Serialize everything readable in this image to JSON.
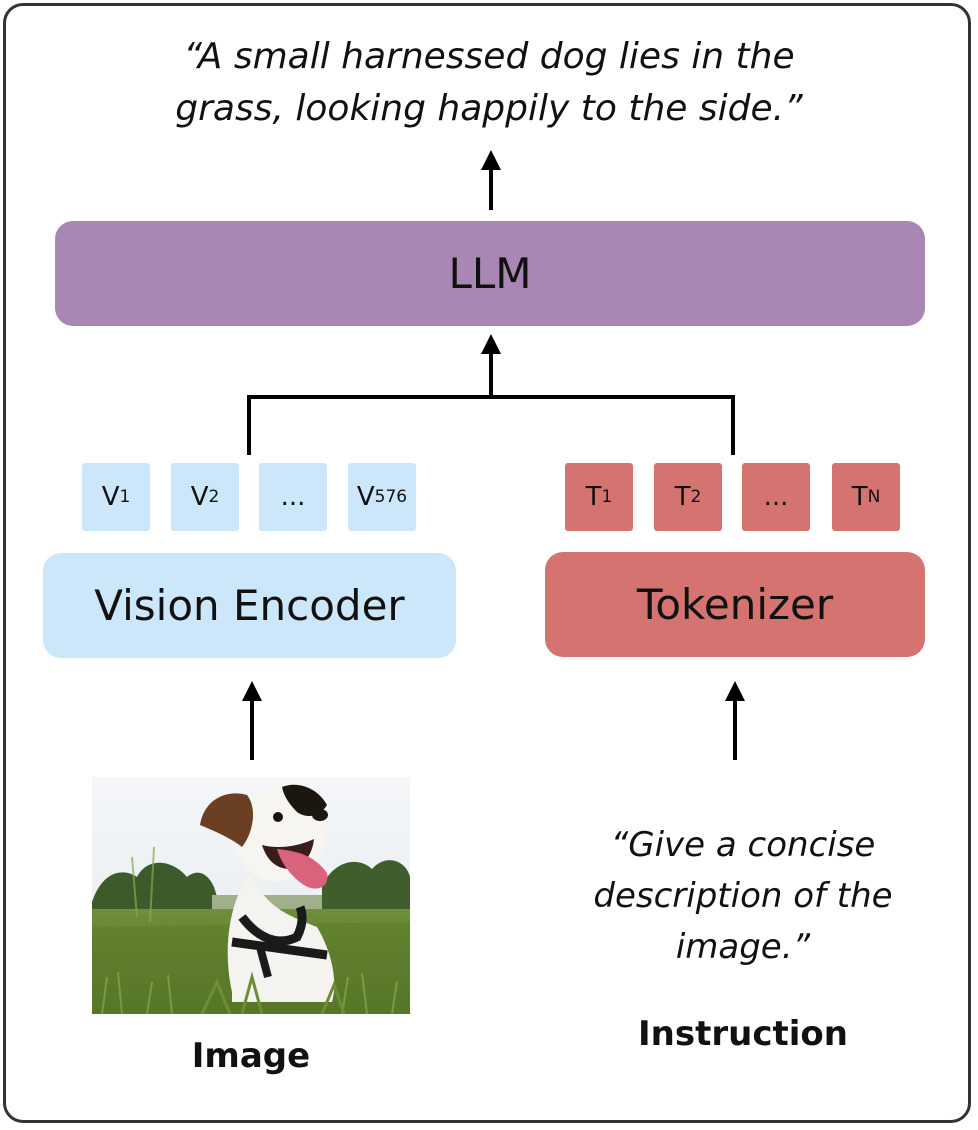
{
  "output_caption": {
    "line1": "“A small harnessed dog lies in the",
    "line2": "grass, looking happily to the side.”"
  },
  "llm": {
    "label": "LLM",
    "color": "#a887b5"
  },
  "vision_encoder": {
    "label": "Vision Encoder",
    "color": "#cce6fa"
  },
  "tokenizer": {
    "label": "Tokenizer",
    "color": "#d4736f"
  },
  "vision_tokens": [
    {
      "base": "V",
      "sub": "1"
    },
    {
      "base": "V",
      "sub": "2"
    },
    {
      "base": "...",
      "sub": ""
    },
    {
      "base": "V",
      "sub": "576"
    }
  ],
  "text_tokens": [
    {
      "base": "T",
      "sub": "1"
    },
    {
      "base": "T",
      "sub": "2"
    },
    {
      "base": "...",
      "sub": ""
    },
    {
      "base": "T",
      "sub": "N"
    }
  ],
  "image": {
    "label": "Image"
  },
  "instruction": {
    "line1": "“Give a concise",
    "line2": "description of the",
    "line3": "image.”",
    "label": "Instruction"
  }
}
